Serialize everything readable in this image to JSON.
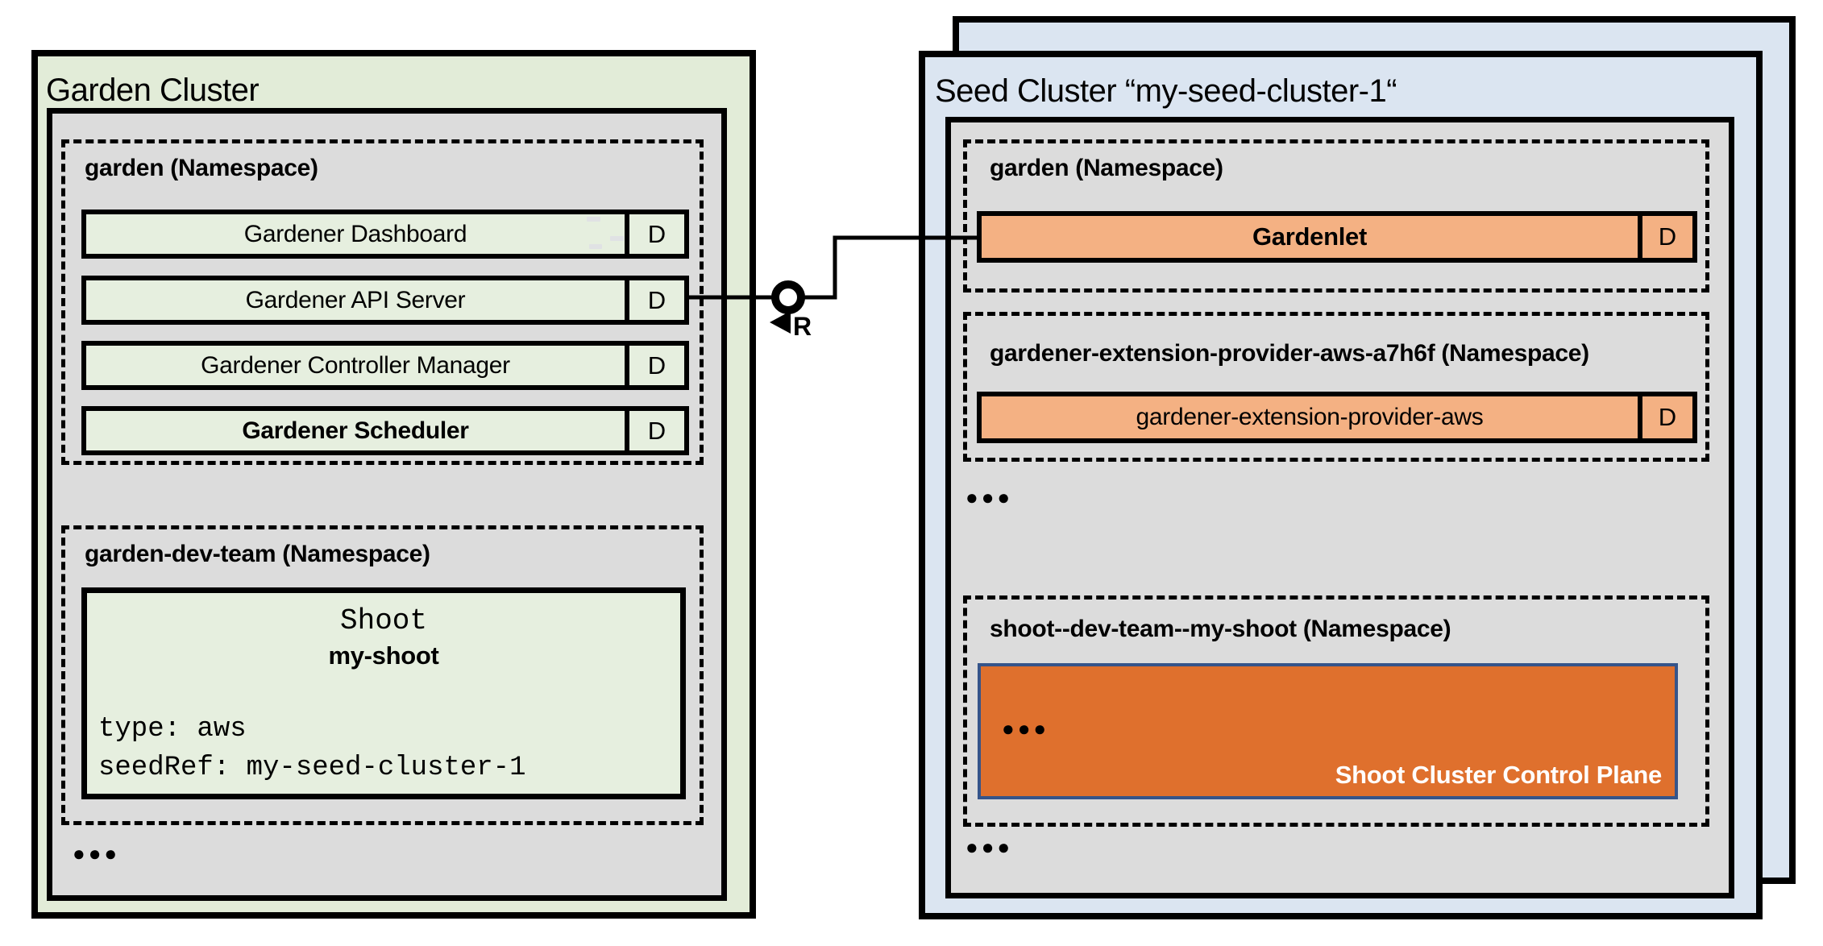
{
  "colors": {
    "garden_bg": "#e2ecd8",
    "row_green": "#e6efdf",
    "namespace_gray": "#dcdcdc",
    "seed_blue": "#dbe5f1",
    "component_orange": "#f4b183",
    "control_plane_orange": "#df702d",
    "control_plane_border_blue": "#35548a",
    "line_black": "#000000"
  },
  "garden_cluster": {
    "title": "Garden Cluster",
    "ns_garden": {
      "label": "garden (Namespace)",
      "rows": [
        {
          "label": "Gardener Dashboard",
          "badge": "D"
        },
        {
          "label": "Gardener API Server",
          "badge": "D"
        },
        {
          "label": "Gardener Controller Manager",
          "badge": "D"
        },
        {
          "label": "Gardener Scheduler",
          "badge": "D"
        }
      ]
    },
    "ns_dev_team": {
      "label": "garden-dev-team (Namespace)",
      "shoot": {
        "kind": "Shoot",
        "name": "my-shoot",
        "type_line": "type: aws",
        "seed_ref_line": "seedRef: my-seed-cluster-1"
      }
    },
    "ellipsis": "●●●"
  },
  "seed_cluster": {
    "title": "Seed Cluster “my-seed-cluster-1“",
    "ns_garden": {
      "label": "garden (Namespace)",
      "gardenlet": {
        "label": "Gardenlet",
        "badge": "D"
      }
    },
    "ns_extension": {
      "label": "gardener-extension-provider-aws-a7h6f (Namespace)",
      "bar": {
        "label": "gardener-extension-provider-aws",
        "badge": "D"
      }
    },
    "ellipsis_mid": "●●●",
    "ns_shoot": {
      "label": "shoot--dev-team--my-shoot (Namespace)",
      "control_plane": {
        "dots": "●●●",
        "label": "Shoot Cluster Control Plane"
      }
    },
    "ellipsis_bottom": "●●●"
  },
  "connector": {
    "r_label": "R"
  }
}
